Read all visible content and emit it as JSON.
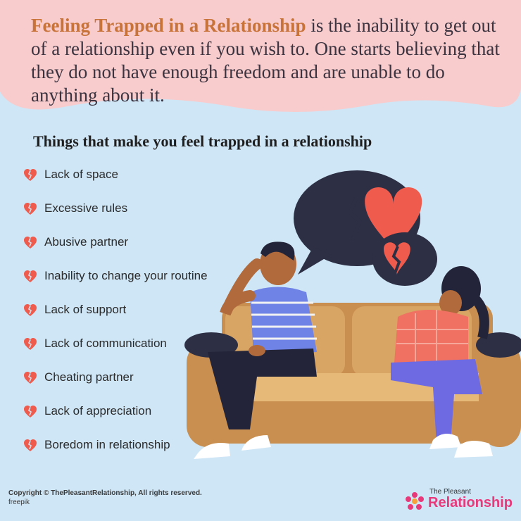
{
  "intro": {
    "highlight": "Feeling Trapped in a Relationship",
    "rest": " is the inability to get out of a relationship even if you wish to. One starts believing that they do not have enough freedom and are unable to do anything about it."
  },
  "section_title": "Things that make you feel trapped in a relationship",
  "items": [
    {
      "label": "Lack of space",
      "icon": "broken-heart-icon"
    },
    {
      "label": "Excessive rules",
      "icon": "broken-heart-icon"
    },
    {
      "label": "Abusive partner",
      "icon": "broken-heart-icon"
    },
    {
      "label": "Inability to change your routine",
      "icon": "broken-heart-icon"
    },
    {
      "label": "Lack of support",
      "icon": "broken-heart-icon"
    },
    {
      "label": "Lack of communication",
      "icon": "broken-heart-icon"
    },
    {
      "label": "Cheating partner",
      "icon": "broken-heart-icon"
    },
    {
      "label": "Lack of appreciation",
      "icon": "broken-heart-icon"
    },
    {
      "label": "Boredom in relationship",
      "icon": "broken-heart-icon"
    }
  ],
  "footer": {
    "copyright": "Copyright © ThePleasantRelationship, All rights reserved.",
    "credit": "freepik"
  },
  "brand": {
    "small": "The Pleasant",
    "big": "Relationship"
  },
  "colors": {
    "background": "#cfe6f6",
    "banner": "#f8cccc",
    "highlight": "#c8733a",
    "heart": "#ef5b4c",
    "brand": "#e8397a"
  }
}
